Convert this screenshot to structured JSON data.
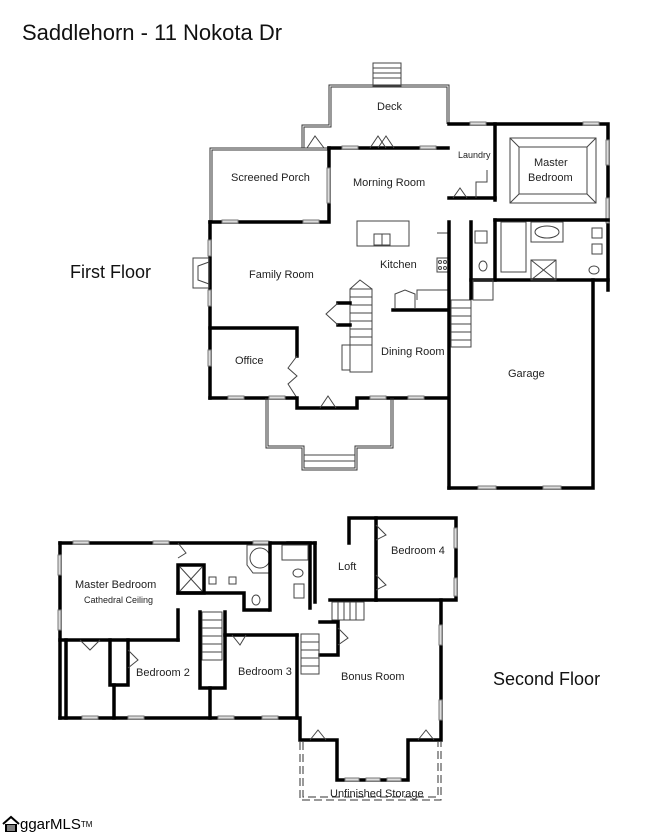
{
  "header": {
    "title": "Saddlehorn - 11 Nokota Dr"
  },
  "floors": {
    "first": {
      "label": "First Floor",
      "rooms": {
        "deck": "Deck",
        "screened_porch": "Screened Porch",
        "morning_room": "Morning Room",
        "laundry": "Laundry",
        "master_bedroom_line1": "Master",
        "master_bedroom_line2": "Bedroom",
        "family_room": "Family Room",
        "kitchen": "Kitchen",
        "office": "Office",
        "dining_room": "Dining Room",
        "garage": "Garage"
      }
    },
    "second": {
      "label": "Second Floor",
      "rooms": {
        "master_bedroom": "Master Bedroom",
        "master_bedroom_note": "Cathedral Ceiling",
        "loft": "Loft",
        "bedroom_4": "Bedroom 4",
        "bedroom_2": "Bedroom 2",
        "bedroom_3": "Bedroom 3",
        "bonus_room": "Bonus Room",
        "unfinished_storage": "Unfinished Storage"
      }
    }
  },
  "footer": {
    "logo_text": "ggarMLS",
    "logo_tm": "TM"
  }
}
